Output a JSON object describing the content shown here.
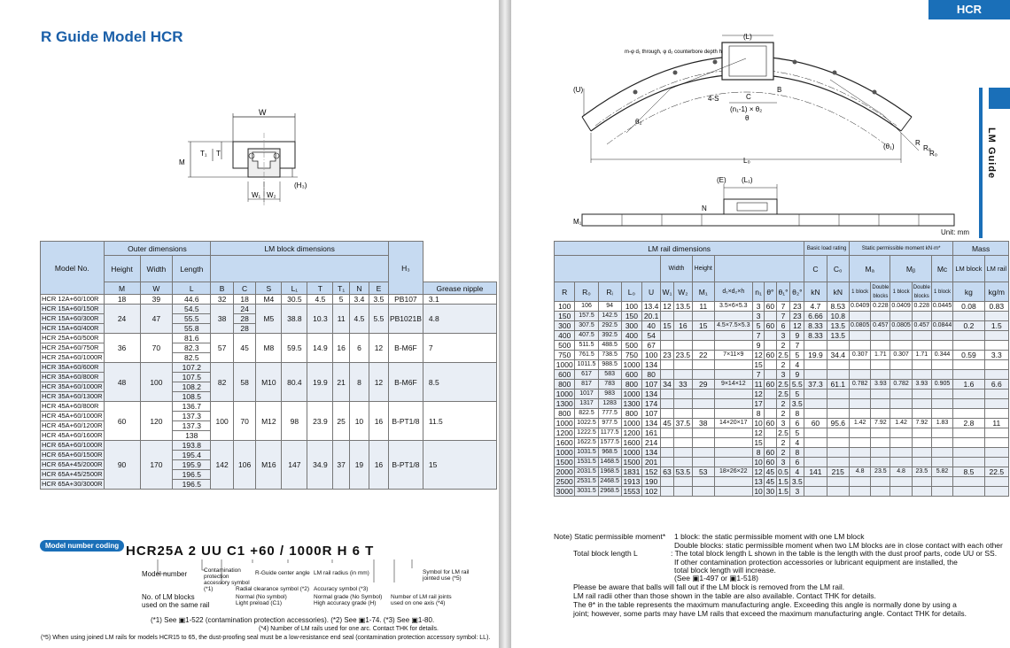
{
  "header": {
    "title": "R Guide Model HCR",
    "tab": "HCR",
    "side_tab": "LM Guide",
    "unit": "Unit: mm"
  },
  "drawings": {
    "front": {
      "W": "W",
      "T1": "T₁",
      "T": "T",
      "M": "M",
      "W1": "W₁",
      "W2": "W₂",
      "H3": "(H₃)"
    },
    "plan": {
      "L": "(L)",
      "U": "(U)",
      "B": "B",
      "C": "C",
      "S": "4-S",
      "n": "(n₁-1) × θ₂",
      "theta": "θ",
      "theta1": "(θ₁)",
      "theta2": "θ₂",
      "L0": "L₀",
      "R": "R",
      "Ra": "Rₐ",
      "R0": "R₀",
      "hole": "m-φ d₁ through, φ d₂ counterbore depth h"
    },
    "side": {
      "E": "(E)",
      "L1": "(L₁)",
      "N": "N",
      "M1": "M₁"
    }
  },
  "left_table": {
    "h_model": "Model No.",
    "h_outer": "Outer dimensions",
    "h_block": "LM block dimensions",
    "h_height": "Height",
    "h_width": "Width",
    "h_length": "Length",
    "h_grease": "Grease nipple",
    "h_H3": "H₃",
    "cols": [
      "M",
      "W",
      "L",
      "B",
      "C",
      "S",
      "L₁",
      "T",
      "T₁",
      "N",
      "E"
    ],
    "groups": [
      {
        "models": [
          "HCR 12A+60/100R"
        ],
        "M": "18",
        "W": "39",
        "L": [
          "44.6"
        ],
        "B": "32",
        "C": [
          "18"
        ],
        "S": "M4",
        "L1": "30.5",
        "T": "4.5",
        "T1": "5",
        "N": "3.4",
        "E": "3.5",
        "grease": "PB107",
        "H3": "3.1"
      },
      {
        "models": [
          "HCR 15A+60/150R",
          "HCR 15A+60/300R",
          "HCR 15A+60/400R"
        ],
        "M": "24",
        "W": "47",
        "L": [
          "54.5",
          "55.5",
          "55.8"
        ],
        "B": "38",
        "C": [
          "24",
          "28",
          "28"
        ],
        "S": "M5",
        "L1": "38.8",
        "T": "10.3",
        "T1": "11",
        "N": "4.5",
        "E": "5.5",
        "grease": "PB1021B",
        "H3": "4.8"
      },
      {
        "models": [
          "HCR 25A+60/500R",
          "HCR 25A+60/750R",
          "HCR 25A+60/1000R"
        ],
        "M": "36",
        "W": "70",
        "L": [
          "81.6",
          "82.3",
          "82.5"
        ],
        "B": "57",
        "C": [
          "45"
        ],
        "S": "M8",
        "L1": "59.5",
        "T": "14.9",
        "T1": "16",
        "N": "6",
        "E": "12",
        "grease": "B-M6F",
        "H3": "7"
      },
      {
        "models": [
          "HCR 35A+60/600R",
          "HCR 35A+60/800R",
          "HCR 35A+60/1000R",
          "HCR 35A+60/1300R"
        ],
        "M": "48",
        "W": "100",
        "L": [
          "107.2",
          "107.5",
          "108.2",
          "108.5"
        ],
        "B": "82",
        "C": [
          "58"
        ],
        "S": "M10",
        "L1": "80.4",
        "T": "19.9",
        "T1": "21",
        "N": "8",
        "E": "12",
        "grease": "B-M6F",
        "H3": "8.5"
      },
      {
        "models": [
          "HCR 45A+60/800R",
          "HCR 45A+60/1000R",
          "HCR 45A+60/1200R",
          "HCR 45A+60/1600R"
        ],
        "M": "60",
        "W": "120",
        "L": [
          "136.7",
          "137.3",
          "137.3",
          "138"
        ],
        "B": "100",
        "C": [
          "70"
        ],
        "S": "M12",
        "L1": "98",
        "T": "23.9",
        "T1": "25",
        "N": "10",
        "E": "16",
        "grease": "B-PT1/8",
        "H3": "11.5"
      },
      {
        "models": [
          "HCR 65A+60/1000R",
          "HCR 65A+60/1500R",
          "HCR 65A+45/2000R",
          "HCR 65A+45/2500R",
          "HCR 65A+30/3000R"
        ],
        "M": "90",
        "W": "170",
        "L": [
          "193.8",
          "195.4",
          "195.9",
          "196.5",
          "196.5"
        ],
        "B": "142",
        "C": [
          "106"
        ],
        "S": "M16",
        "L1": "147",
        "T": "34.9",
        "T1": "37",
        "N": "19",
        "E": "16",
        "grease": "B-PT1/8",
        "H3": "15"
      }
    ]
  },
  "right_table": {
    "h_rail": "LM rail dimensions",
    "h_load": "Basic load rating",
    "h_moment": "Static permissible moment kN·m*",
    "h_mass": "Mass",
    "h_width": "Width",
    "h_height": "Height",
    "cols": [
      "R",
      "R₀",
      "Rᵢ",
      "L₀",
      "U",
      "W₁",
      "W₂",
      "M₁",
      "d₁×d₂×h",
      "n₁",
      "θ°",
      "θ₁°",
      "θ₂°",
      "C",
      "C₀"
    ],
    "units": [
      "kN",
      "kN"
    ],
    "moment_cols": [
      "Mₐ",
      "Mᵦ",
      "Mc"
    ],
    "moment_sub": [
      "1 block",
      "Double blocks",
      "1 block",
      "Double blocks",
      "1 block"
    ],
    "mass_cols": [
      "LM block",
      "LM rail"
    ],
    "mass_units": [
      "kg",
      "kg/m"
    ],
    "rows": [
      [
        "100",
        "106",
        "94",
        "100",
        "13.4",
        "12",
        "13.5",
        "11",
        "3.5×6×5.3",
        "3",
        "60",
        "7",
        "23",
        "4.7",
        "8.53",
        "0.0409",
        "0.228",
        "0.0409",
        "0.228",
        "0.0445",
        "0.08",
        "0.83"
      ],
      [
        "150",
        "157.5",
        "142.5",
        "150",
        "20.1",
        "",
        "",
        "",
        "",
        "3",
        "",
        "7",
        "23",
        "6.66",
        "10.8",
        "",
        "",
        "",
        "",
        "",
        "",
        ""
      ],
      [
        "300",
        "307.5",
        "292.5",
        "300",
        "40",
        "15",
        "16",
        "15",
        "4.5×7.5×5.3",
        "5",
        "60",
        "6",
        "12",
        "8.33",
        "13.5",
        "0.0805",
        "0.457",
        "0.0805",
        "0.457",
        "0.0844",
        "0.2",
        "1.5"
      ],
      [
        "400",
        "407.5",
        "392.5",
        "400",
        "54",
        "",
        "",
        "",
        "",
        "7",
        "",
        "3",
        "9",
        "8.33",
        "13.5",
        "",
        "",
        "",
        "",
        "",
        "",
        ""
      ],
      [
        "500",
        "511.5",
        "488.5",
        "500",
        "67",
        "",
        "",
        "",
        "",
        "9",
        "",
        "2",
        "7",
        "",
        "",
        "",
        "",
        "",
        "",
        "",
        "",
        ""
      ],
      [
        "750",
        "761.5",
        "738.5",
        "750",
        "100",
        "23",
        "23.5",
        "22",
        "7×11×9",
        "12",
        "60",
        "2.5",
        "5",
        "19.9",
        "34.4",
        "0.307",
        "1.71",
        "0.307",
        "1.71",
        "0.344",
        "0.59",
        "3.3"
      ],
      [
        "1000",
        "1011.5",
        "988.5",
        "1000",
        "134",
        "",
        "",
        "",
        "",
        "15",
        "",
        "2",
        "4",
        "",
        "",
        "",
        "",
        "",
        "",
        "",
        "",
        ""
      ],
      [
        "600",
        "617",
        "583",
        "600",
        "80",
        "",
        "",
        "",
        "",
        "7",
        "",
        "3",
        "9",
        "",
        "",
        "",
        "",
        "",
        "",
        "",
        "",
        ""
      ],
      [
        "800",
        "817",
        "783",
        "800",
        "107",
        "34",
        "33",
        "29",
        "9×14×12",
        "11",
        "60",
        "2.5",
        "5.5",
        "37.3",
        "61.1",
        "0.782",
        "3.93",
        "0.782",
        "3.93",
        "0.905",
        "1.6",
        "6.6"
      ],
      [
        "1000",
        "1017",
        "983",
        "1000",
        "134",
        "",
        "",
        "",
        "",
        "12",
        "",
        "2.5",
        "5",
        "",
        "",
        "",
        "",
        "",
        "",
        "",
        "",
        ""
      ],
      [
        "1300",
        "1317",
        "1283",
        "1300",
        "174",
        "",
        "",
        "",
        "",
        "17",
        "",
        "2",
        "3.5",
        "",
        "",
        "",
        "",
        "",
        "",
        "",
        "",
        ""
      ],
      [
        "800",
        "822.5",
        "777.5",
        "800",
        "107",
        "",
        "",
        "",
        "",
        "8",
        "",
        "2",
        "8",
        "",
        "",
        "",
        "",
        "",
        "",
        "",
        "",
        ""
      ],
      [
        "1000",
        "1022.5",
        "977.5",
        "1000",
        "134",
        "45",
        "37.5",
        "38",
        "14×20×17",
        "10",
        "60",
        "3",
        "6",
        "60",
        "95.6",
        "1.42",
        "7.92",
        "1.42",
        "7.92",
        "1.83",
        "2.8",
        "11"
      ],
      [
        "1200",
        "1222.5",
        "1177.5",
        "1200",
        "161",
        "",
        "",
        "",
        "",
        "12",
        "",
        "2.5",
        "5",
        "",
        "",
        "",
        "",
        "",
        "",
        "",
        "",
        ""
      ],
      [
        "1600",
        "1622.5",
        "1577.5",
        "1600",
        "214",
        "",
        "",
        "",
        "",
        "15",
        "",
        "2",
        "4",
        "",
        "",
        "",
        "",
        "",
        "",
        "",
        "",
        ""
      ],
      [
        "1000",
        "1031.5",
        "968.5",
        "1000",
        "134",
        "",
        "",
        "",
        "",
        "8",
        "60",
        "2",
        "8",
        "",
        "",
        "",
        "",
        "",
        "",
        "",
        "",
        ""
      ],
      [
        "1500",
        "1531.5",
        "1468.5",
        "1500",
        "201",
        "",
        "",
        "",
        "",
        "10",
        "60",
        "3",
        "6",
        "",
        "",
        "",
        "",
        "",
        "",
        "",
        "",
        ""
      ],
      [
        "2000",
        "2031.5",
        "1968.5",
        "1831",
        "152",
        "63",
        "53.5",
        "53",
        "18×26×22",
        "12",
        "45",
        "0.5",
        "4",
        "141",
        "215",
        "4.8",
        "23.5",
        "4.8",
        "23.5",
        "5.82",
        "8.5",
        "22.5"
      ],
      [
        "2500",
        "2531.5",
        "2468.5",
        "1913",
        "190",
        "",
        "",
        "",
        "",
        "13",
        "45",
        "1.5",
        "3.5",
        "",
        "",
        "",
        "",
        "",
        "",
        "",
        "",
        ""
      ],
      [
        "3000",
        "3031.5",
        "2968.5",
        "1553",
        "102",
        "",
        "",
        "",
        "",
        "10",
        "30",
        "1.5",
        "3",
        "",
        "",
        "",
        "",
        "",
        "",
        "",
        "",
        ""
      ]
    ]
  },
  "coding": {
    "badge": "Model number coding",
    "code": "HCR25A  2  UU  C1  +60 / 1000R  H  6  T",
    "labels": {
      "model": "Model number",
      "contam": "Contamination protection accessory symbol (*1)",
      "radial": "Radial clearance symbol (*2)",
      "radial_opts": "Normal (No symbol)\nLight preload (C1)",
      "angle": "R-Guide center angle",
      "radius": "LM rail radius (in mm)",
      "accuracy": "Accuracy symbol (*3)",
      "accuracy_opts": "Normal grade (No Symbol)\nHigh accuracy grade (H)",
      "joints": "Number of LM rail joints used on one axis (*4)",
      "symbol": "Symbol for LM rail jointed use (*5)",
      "blocks": "No. of LM blocks\nused on the same rail"
    },
    "refs1": "(*1) See ▣1-522 (contamination protection accessories). (*2) See ▣1-74. (*3) See ▣1-80.",
    "refs2": "(*4) Number of LM rails used for one arc. Contact THK for details.",
    "refs3": "(*5) When using joined LM rails for models HCR15 to 65, the dust-proofing seal must be a low-resistance end seal (contamination protection accessory symbol: LL)."
  },
  "notes": {
    "note_label": "Note) Static permissible moment*",
    "note1": "1 block: the static permissible moment with one LM block",
    "note2": "Double blocks: static permissible moment when two LM blocks are in close contact with each other",
    "total_label": "Total block length L",
    "total1": ": The total block length L shown in the table is the length with the dust proof parts, code UU or SS.",
    "total2": "If other contamination protection accessories or lubricant equipment are installed, the",
    "total3": "total block length will increase.",
    "total4": "(See ▣1-497 or ▣1-518)",
    "p1": "Please be aware that balls will fall out if the LM block is removed from the LM rail.",
    "p2": "LM rail radii other than those shown in the table are also available. Contact THK for details.",
    "p3": "The θ* in the table represents the maximum manufacturing angle. Exceeding this angle is normally done by using a",
    "p4": "joint; however, some parts may have LM rails that exceed the maximum manufacturing angle. Contact THK for details."
  }
}
